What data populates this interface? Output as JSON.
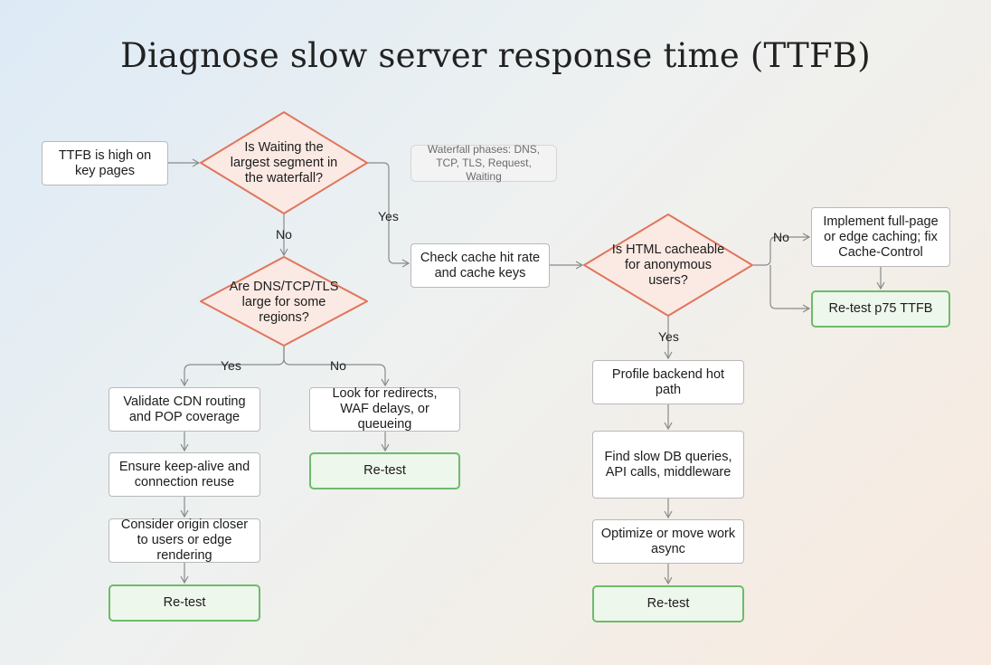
{
  "title": "Diagnose slow server response time (TTFB)",
  "nodes": {
    "start": "TTFB is high on key pages",
    "q_waiting": "Is Waiting the largest segment in the waterfall?",
    "note_waterfall": "Waterfall phases: DNS, TCP, TLS, Request, Waiting",
    "q_dns": "Are DNS/TCP/TLS large for some regions?",
    "cdn": "Validate CDN routing and POP coverage",
    "keepalive": "Ensure keep-alive and connection reuse",
    "origin": "Consider origin closer to users or edge rendering",
    "retest_left": "Re-test",
    "redirects": "Look for redirects, WAF delays, or queueing",
    "retest_mid": "Re-test",
    "cache_check": "Check cache hit rate and cache keys",
    "q_cacheable": "Is HTML cacheable for anonymous users?",
    "fullpage": "Implement full-page or edge caching; fix Cache-Control",
    "retest_p75": "Re-test p75 TTFB",
    "profile": "Profile backend hot path",
    "slowdb": "Find slow DB queries, API calls, middleware",
    "optimize": "Optimize or move work async",
    "retest_right": "Re-test"
  },
  "edge_labels": {
    "yes_waiting": "Yes",
    "no_waiting": "No",
    "yes_dns": "Yes",
    "no_dns": "No",
    "no_cacheable": "No",
    "yes_cacheable": "Yes"
  },
  "colors": {
    "diamond_fill": "#fbe9e3",
    "diamond_stroke": "#e0765c",
    "end_stroke": "#6dbb6a",
    "edge": "#8a8a8a"
  }
}
